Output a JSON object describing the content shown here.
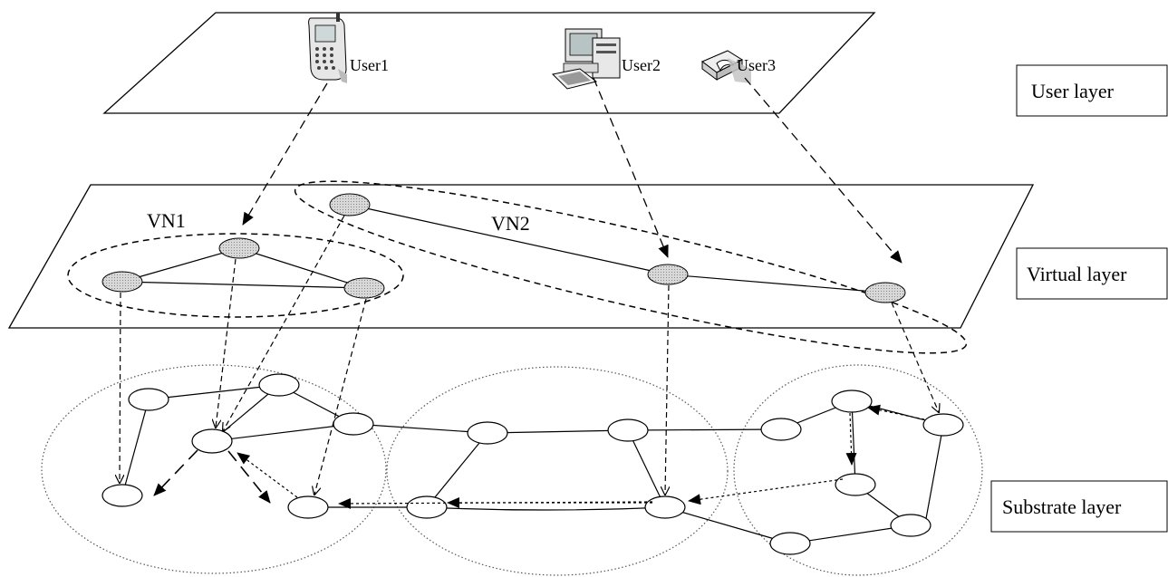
{
  "layers": {
    "user": "User layer",
    "virtual": "Virtual layer",
    "substrate": "Substrate layer"
  },
  "users": {
    "user1": "User1",
    "user2": "User2",
    "user3": "User3"
  },
  "virtual_networks": {
    "vn1": "VN1",
    "vn2": "VN2"
  },
  "colors": {
    "virtual_node_fill": "#c8c8c8",
    "line": "#000000",
    "background": "#ffffff"
  },
  "icons": {
    "user1": "mobile-phone-icon",
    "user2": "desktop-computer-icon",
    "user3": "gateway-device-icon"
  }
}
